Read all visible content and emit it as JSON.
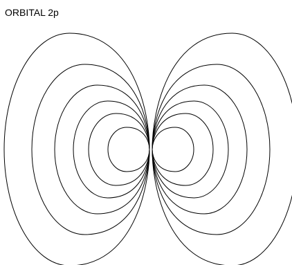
{
  "title": "ORBITAL 2p",
  "diagram": {
    "contour_levels": 6,
    "lobes": 2,
    "line_color": "#000000",
    "background": "#ffffff"
  }
}
